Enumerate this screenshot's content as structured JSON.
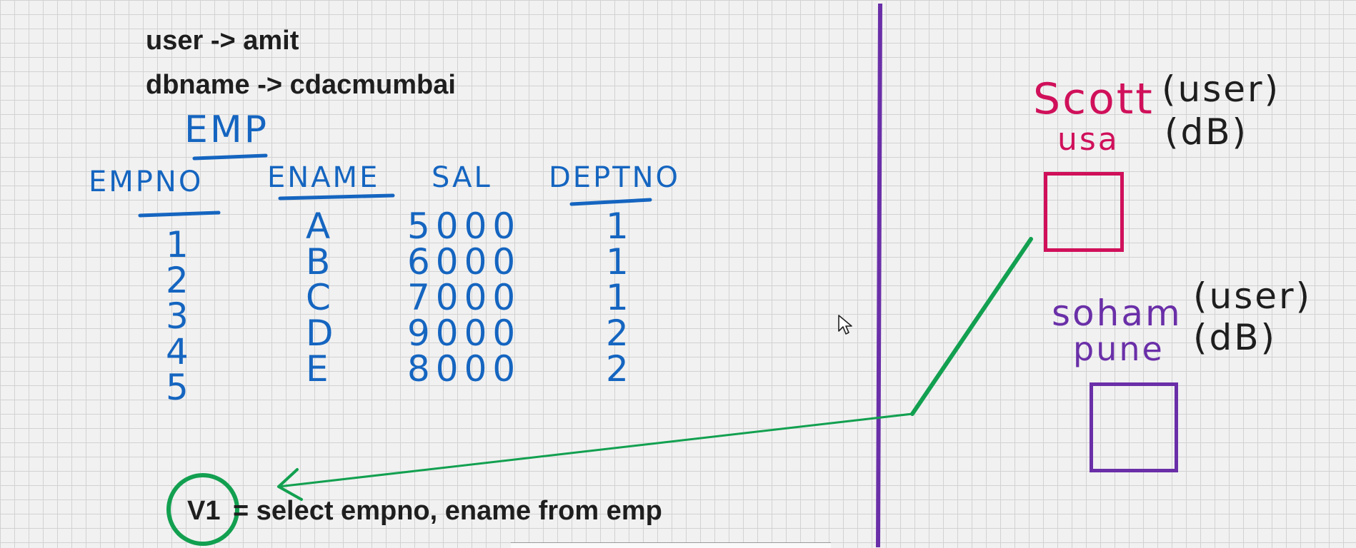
{
  "typed_text": {
    "user_line": "user -> amit",
    "dbname_line": "dbname -> cdacmumbai",
    "view_line_label": "V1",
    "view_line_query": "= select empno, ename from emp"
  },
  "table": {
    "title": "EMP",
    "headers": [
      "EMPNO",
      "ENAME",
      "SAL",
      "DEPTNO"
    ],
    "rows": [
      [
        "1",
        "A",
        "5000",
        "1"
      ],
      [
        "2",
        "B",
        "6000",
        "1"
      ],
      [
        "3",
        "C",
        "7000",
        "1"
      ],
      [
        "4",
        "D",
        "9000",
        "2"
      ],
      [
        "5",
        "E",
        "8000",
        "2"
      ]
    ]
  },
  "right_panel": {
    "user1": {
      "name": "Scott",
      "db": "usa",
      "user_tag": "(user)",
      "db_tag": "(dB)"
    },
    "user2": {
      "name": "soham",
      "db": "pune",
      "user_tag": "(user)",
      "db_tag": "(dB)"
    }
  },
  "colors": {
    "ink_blue": "#1565c0",
    "ink_pink": "#d0105a",
    "ink_purple": "#6a2fa8",
    "ink_green": "#12a050",
    "ink_black": "#1e1e1e"
  }
}
